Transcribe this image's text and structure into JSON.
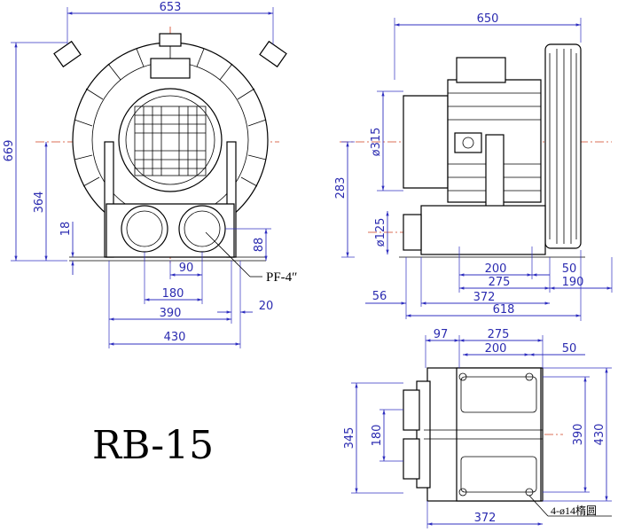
{
  "model": "RB-15",
  "port_note": "PF-4″",
  "hole_note": "4-ø14楕圆",
  "front_view": {
    "width_overall": "653",
    "height_overall": "669",
    "height_center": "364",
    "base_offset": "18",
    "outlet_height": "88",
    "outlet_spacing": "90",
    "port_spacing": "180",
    "base_inner": "390",
    "base_outer": "430",
    "base_edge": "20"
  },
  "side_view": {
    "length_overall": "650",
    "motor_dia": "ø315",
    "center_height": "283",
    "port_dia": "ø125",
    "hole_spacing": "200",
    "hole_offset": "50",
    "foot_length": "275",
    "foot_offset": "190",
    "front_offset": "56",
    "base_length": "372",
    "total_length": "618"
  },
  "bottom_view": {
    "offset_left": "97",
    "foot_length": "275",
    "hole_spacing": "200",
    "hole_offset": "50",
    "width_outer": "345",
    "port_spacing": "180",
    "base_inner": "390",
    "base_outer": "430",
    "base_length": "372"
  }
}
